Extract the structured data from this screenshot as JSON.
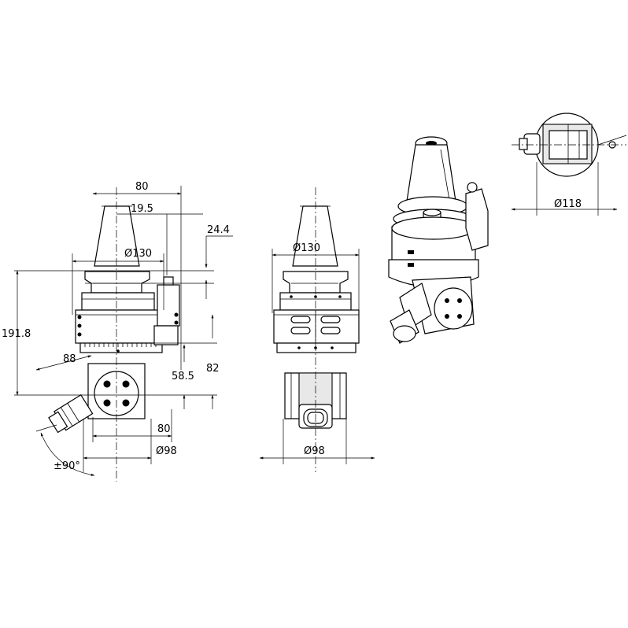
{
  "dimensions": {
    "width_80_top": "80",
    "offset_19_5": "19.5",
    "offset_24_4": "24.4",
    "dia_130_side": "Ø130",
    "height_191_8": "191.8",
    "angle_88": "88",
    "height_82": "82",
    "height_58_5": "58.5",
    "width_80_bottom": "80",
    "dia_98_side": "Ø98",
    "angle_90": "±90°",
    "dia_130_front": "Ø130",
    "dia_98_front": "Ø98",
    "dia_118_top": "Ø118"
  }
}
